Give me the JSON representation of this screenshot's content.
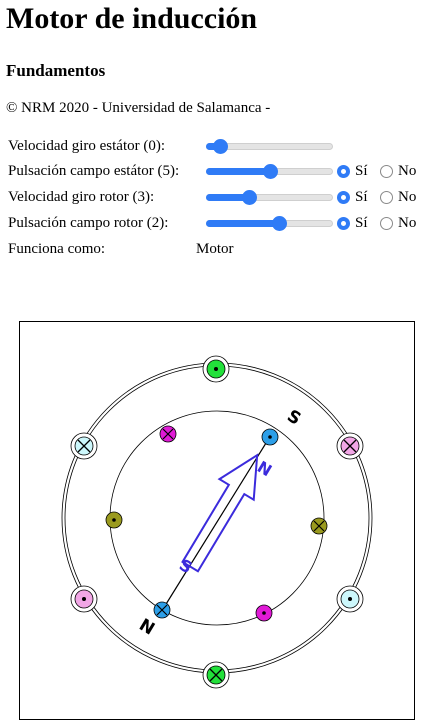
{
  "title": "Motor de inducción",
  "subtitle": "Fundamentos",
  "copyright": "© NRM 2020 - Universidad de Salamanca -",
  "controls": [
    {
      "label": "Velocidad giro estátor (0):",
      "value_fraction": 0.06,
      "has_radio": false
    },
    {
      "label": "Pulsación campo estátor (5):",
      "value_fraction": 0.5,
      "has_radio": true,
      "selected": "Sí"
    },
    {
      "label": "Velocidad giro rotor (3):",
      "value_fraction": 0.32,
      "has_radio": true,
      "selected": "Sí"
    },
    {
      "label": "Pulsación campo rotor (2):",
      "value_fraction": 0.58,
      "has_radio": true,
      "selected": "Sí"
    }
  ],
  "radio_labels": {
    "yes": "Sí",
    "no": "No"
  },
  "mode": {
    "label": "Funciona como:",
    "value": "Motor"
  },
  "diagram": {
    "magnet_labels": {
      "north": "N",
      "south": "S"
    },
    "colors": {
      "accent": "#2f7bf6",
      "magnet_arrow": "#3b2bdc",
      "coil_green": "#22e03a",
      "coil_cyan": "#ccf7fb",
      "coil_pink": "#f2a6e6",
      "coil_blue": "#2d9fe8",
      "coil_magenta": "#e01ad6",
      "coil_olive": "#9a9a1e"
    }
  }
}
